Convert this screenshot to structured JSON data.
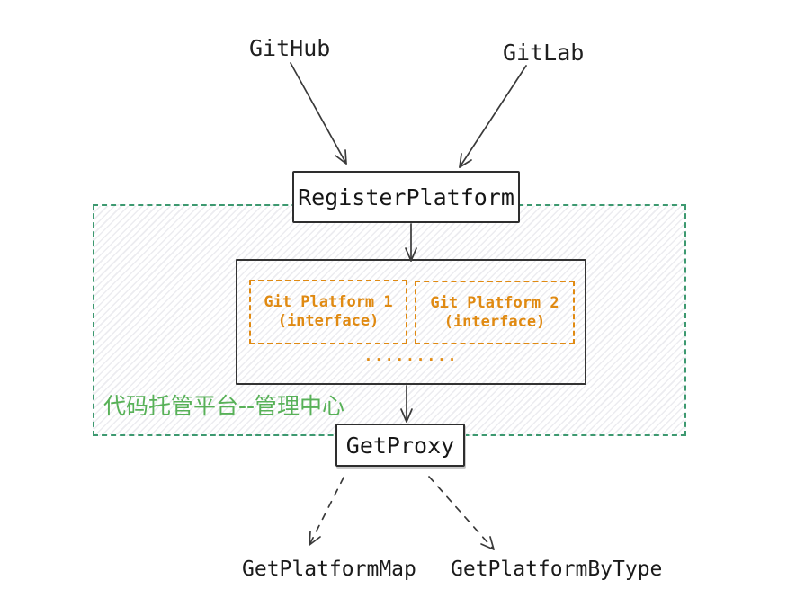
{
  "diagram": {
    "sources": [
      {
        "label": "GitHub"
      },
      {
        "label": "GitLab"
      }
    ],
    "register_node": {
      "label": "RegisterPlatform"
    },
    "management_zone": {
      "caption": "代码托管平台--管理中心",
      "platforms": [
        {
          "line1": "Git Platform 1",
          "line2": "(interface)"
        },
        {
          "line1": "Git Platform 2",
          "line2": "(interface)"
        }
      ],
      "ellipsis": "........."
    },
    "proxy_node": {
      "label": "GetProxy"
    },
    "outputs": [
      {
        "label": "GetPlatformMap"
      },
      {
        "label": "GetPlatformByType"
      }
    ],
    "colors": {
      "orange_accent": "#e08a12",
      "zone_border_green": "#3d9970",
      "zone_caption_green": "#58b158",
      "line_stroke": "#3a3a3a"
    }
  }
}
